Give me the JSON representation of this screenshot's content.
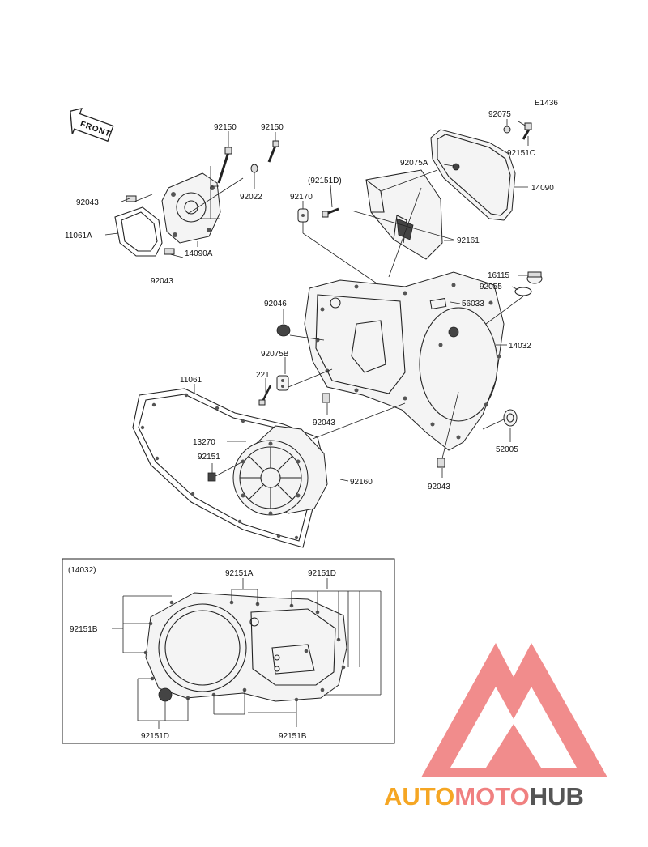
{
  "diagram": {
    "code": "E1436",
    "front_label": "FRONT",
    "labels": {
      "p92150a": "92150",
      "p92150b": "92150",
      "p92043_top": "92043",
      "p92022": "92022",
      "p11061A": "11061A",
      "p14090A": "14090A",
      "p92043_bot": "92043",
      "p92075": "92075",
      "p92151C": "92151C",
      "p92075A": "92075A",
      "p14090": "14090",
      "p92151D_paren": "(92151D)",
      "p92170": "92170",
      "p92161": "92161",
      "p16115": "16115",
      "p92055": "92055",
      "p56033": "56033",
      "p92046": "92046",
      "p14032": "14032",
      "p92075B": "92075B",
      "p221": "221",
      "p11061": "11061",
      "p92043_mid": "92043",
      "p13270": "13270",
      "p92151": "92151",
      "p92160": "92160",
      "p52005": "52005",
      "p92043_right": "92043"
    },
    "inset": {
      "title": "(14032)",
      "l92151A": "92151A",
      "l92151D_top": "92151D",
      "l92151B_left": "92151B",
      "l92151D_bottom": "92151D",
      "l92151B_bottom": "92151B"
    }
  },
  "watermark": {
    "part1": "AUTO",
    "part2": "MOTO",
    "part3": "HUB",
    "color_orange": "#f5a623",
    "color_red": "#f08080",
    "color_gray": "#555555"
  }
}
